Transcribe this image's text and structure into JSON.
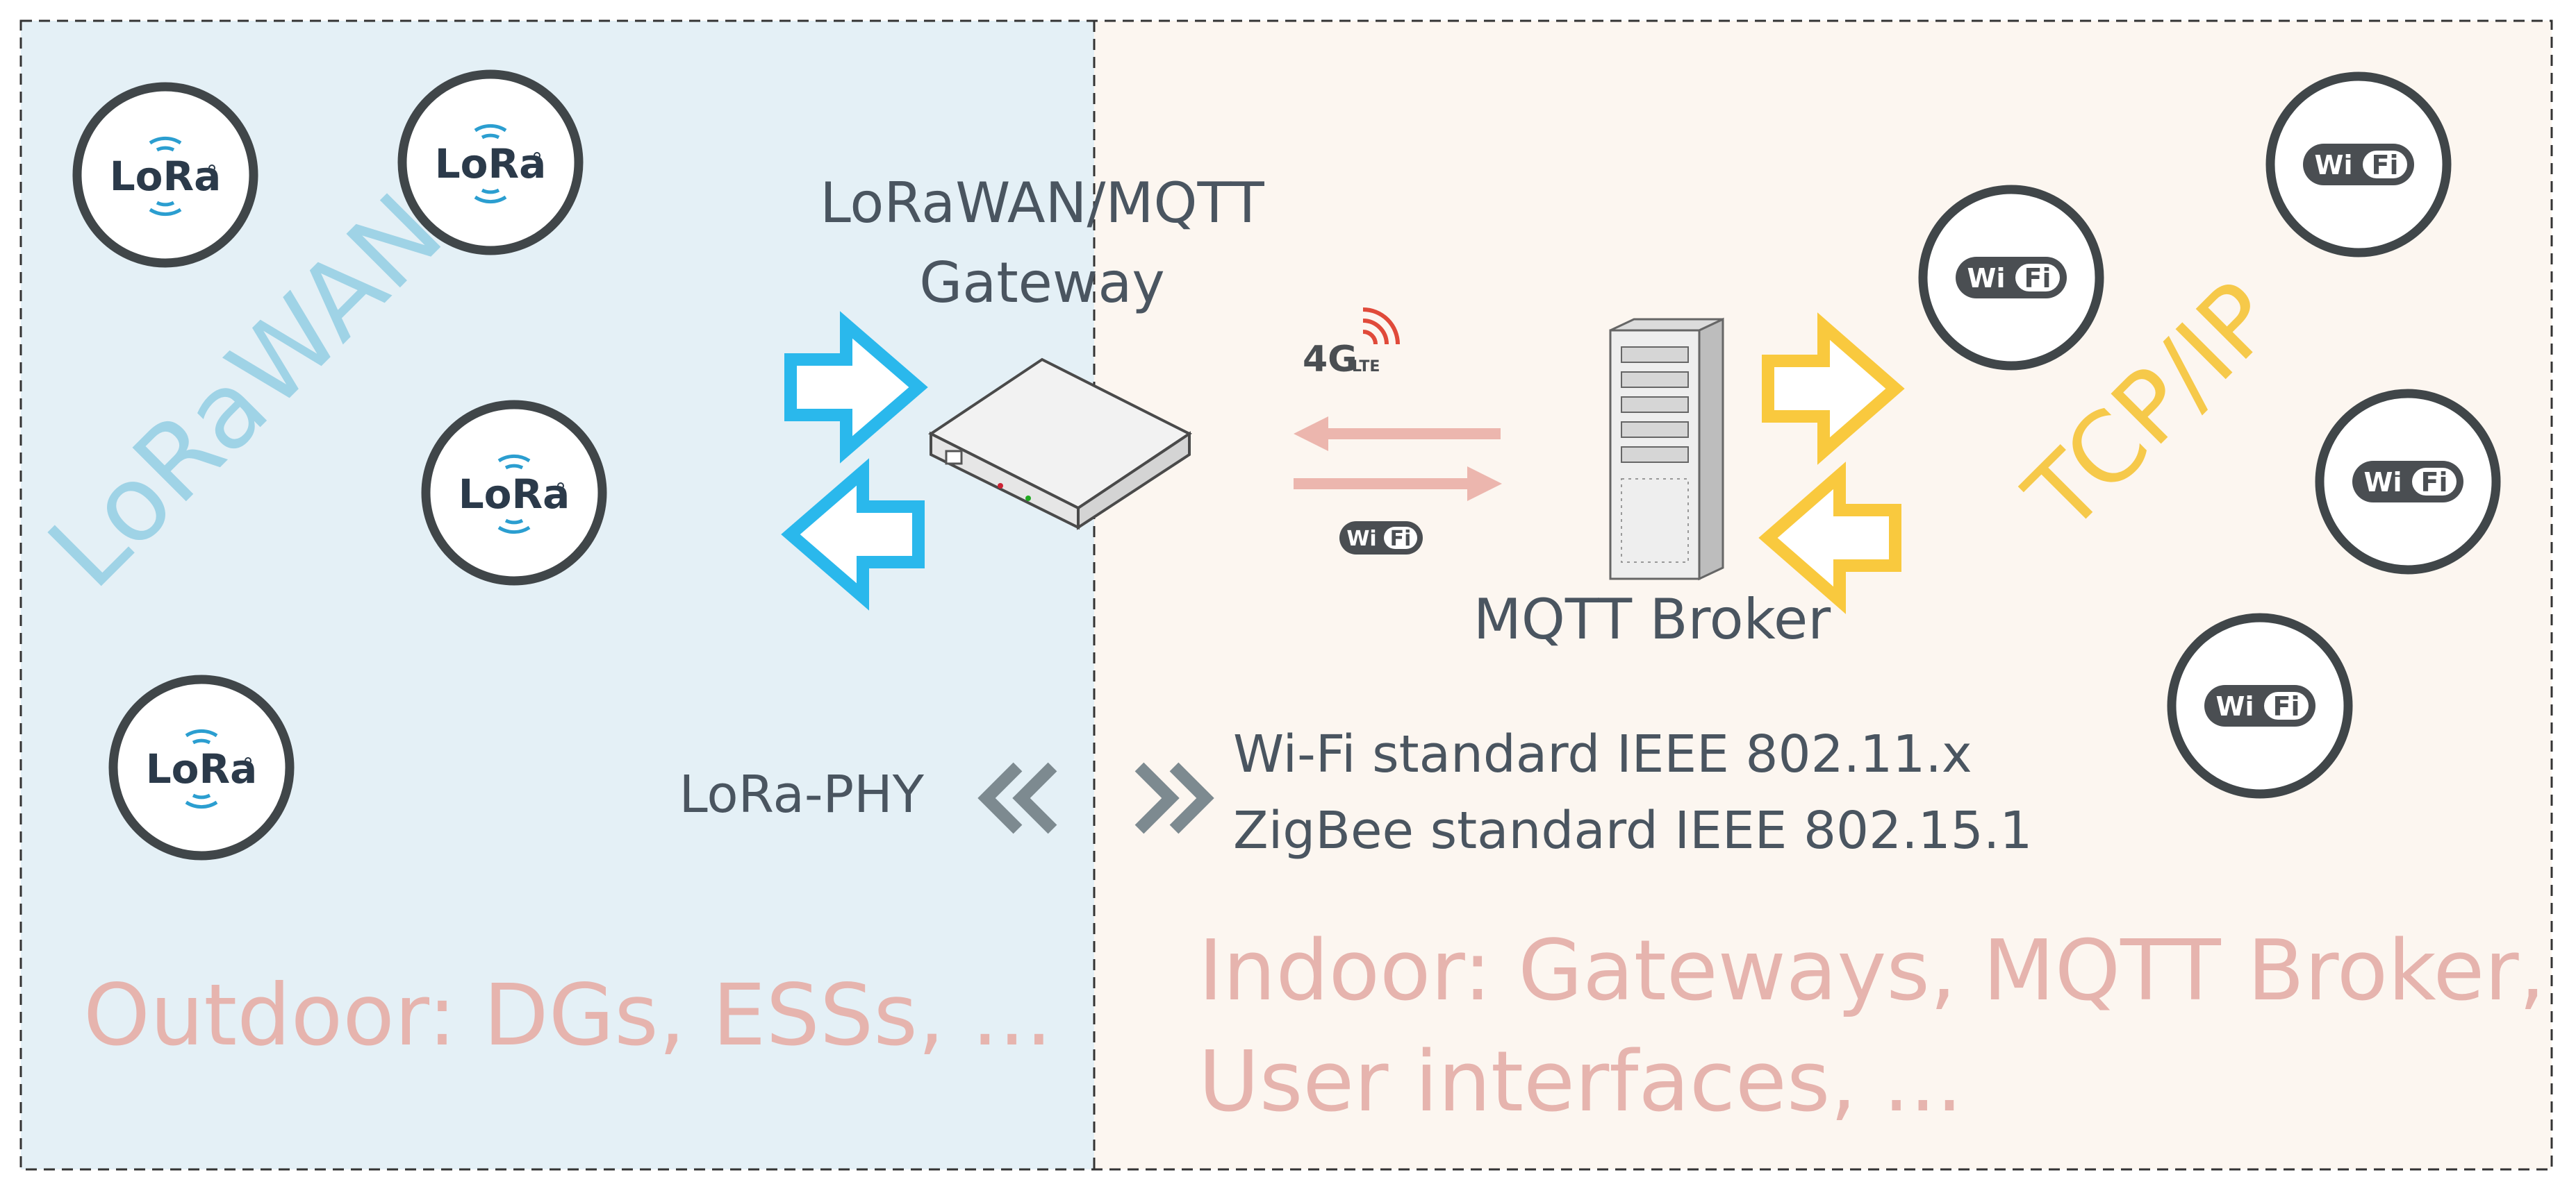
{
  "zones": {
    "outdoor": {
      "fill": "#e4f0f6"
    },
    "indoor": {
      "fill": "#fcf6f0"
    }
  },
  "labels": {
    "lorawan": "LoRaWAN",
    "tcpip": "TCP/IP",
    "gateway": [
      "LoRaWAN/MQTT",
      "Gateway"
    ],
    "broker": "MQTT Broker",
    "lora_phy": "LoRa-PHY",
    "wifi_std": "Wi-Fi standard IEEE 802.11.x",
    "zigbee_std": "ZigBee standard IEEE 802.15.1",
    "outdoor": "Outdoor: DGs, ESSs, ...",
    "indoor": [
      "Indoor: Gateways, MQTT Broker,",
      "User interfaces, ..."
    ],
    "lte_badge": "4G",
    "lte_sub": "LTE",
    "lora_logo": "LoRa",
    "wifi_logo_a": "Wi",
    "wifi_logo_b": "Fi"
  },
  "colors": {
    "lorawan_text": "#9fd3e6",
    "tcpip_text": "#f6c94a",
    "blue_arrow": "#2ab8ec",
    "yellow_arrow": "#f9c93e",
    "pink_arrow": "#ecb6ae",
    "grey_chevron": "#7d8a90",
    "ring": "#404649",
    "lte_red": "#e04a3a"
  },
  "icons": {
    "lora_nodes": [
      "lora-icon",
      "lora-icon",
      "lora-icon",
      "lora-icon"
    ],
    "wifi_nodes": [
      "wifi-icon",
      "wifi-icon",
      "wifi-icon",
      "wifi-icon",
      "wifi-icon"
    ],
    "gateway": "router-icon",
    "broker": "server-icon"
  }
}
